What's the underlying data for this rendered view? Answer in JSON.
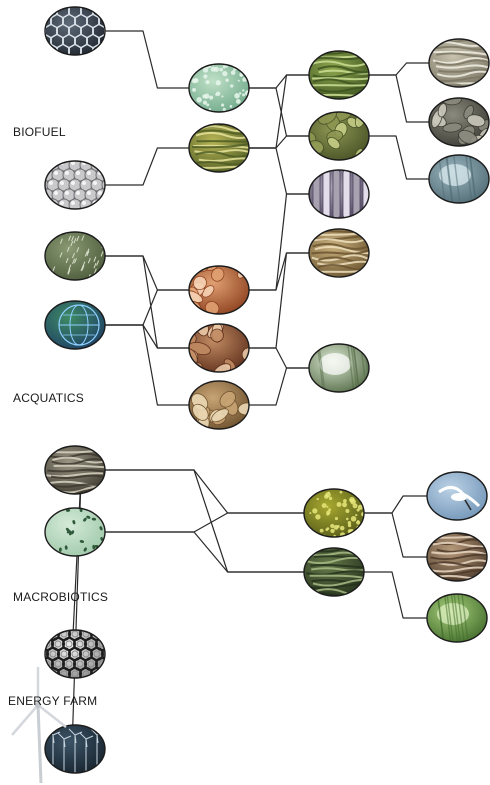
{
  "labels": {
    "biofuel": "BIOFUEL",
    "acquatics": "ACQUATICS",
    "macrobiotics": "MACROBIOTICS",
    "energy_farm": "ENERGY FARM"
  },
  "nodes": [
    {
      "id": "mesh",
      "pattern": "hex",
      "c1": "#5e6a78",
      "c2": "#1e242d",
      "accent": "#d9e0e8"
    },
    {
      "id": "spheres",
      "pattern": "spheres",
      "c1": "#c9c9cc",
      "c2": "#6f6f74",
      "accent": "#ffffff"
    },
    {
      "id": "cactus",
      "pattern": "spikes",
      "c1": "#8a9a73",
      "c2": "#4b5a3a",
      "accent": "#d7dec9"
    },
    {
      "id": "globe",
      "pattern": "globe",
      "c1": "#3f8a64",
      "c2": "#1d3e66",
      "accent": "#8fd0ff"
    },
    {
      "id": "algae-dots",
      "pattern": "dots",
      "c1": "#bfe0c7",
      "c2": "#6ea889",
      "accent": "#e8f6ec"
    },
    {
      "id": "kelp",
      "pattern": "strands",
      "c1": "#b7b455",
      "c2": "#4f5d24",
      "accent": "#e6e39a"
    },
    {
      "id": "shrimp-1",
      "pattern": "blobs",
      "c1": "#e0a072",
      "c2": "#8a3e1c",
      "accent": "#f6d2b4"
    },
    {
      "id": "crab",
      "pattern": "blobs",
      "c1": "#c08a62",
      "c2": "#5d2e1a",
      "accent": "#e9c8a7"
    },
    {
      "id": "oysters",
      "pattern": "blobs",
      "c1": "#c8a474",
      "c2": "#6b4f2c",
      "accent": "#ecd9b5"
    },
    {
      "id": "seagrass",
      "pattern": "strands",
      "c1": "#8fa74f",
      "c2": "#3d5320",
      "accent": "#cddf95"
    },
    {
      "id": "sponge",
      "pattern": "blobs",
      "c1": "#8d9652",
      "c2": "#465025",
      "accent": "#c5cd86"
    },
    {
      "id": "coral",
      "pattern": "columns",
      "c1": "#a7a1b0",
      "c2": "#4f4660",
      "accent": "#e3dcea"
    },
    {
      "id": "fish-catch",
      "pattern": "strands",
      "c1": "#c9b07d",
      "c2": "#6b5530",
      "accent": "#efe1bf"
    },
    {
      "id": "waterfall",
      "pattern": "glow",
      "c1": "#d9e6d0",
      "c2": "#536a45",
      "accent": "#ffffff"
    },
    {
      "id": "sardines",
      "pattern": "strands",
      "c1": "#c8c3ae",
      "c2": "#7b7664",
      "accent": "#f1efe4"
    },
    {
      "id": "mussels",
      "pattern": "blobs",
      "c1": "#8b8a7e",
      "c2": "#3b3a33",
      "accent": "#c9c8bb"
    },
    {
      "id": "fish-school",
      "pattern": "glow",
      "c1": "#9cb5bf",
      "c2": "#4e6a73",
      "accent": "#dfeff4"
    },
    {
      "id": "logs",
      "pattern": "strands",
      "c1": "#9a9584",
      "c2": "#3e3a2f",
      "accent": "#d8d3c2"
    },
    {
      "id": "cells",
      "pattern": "cells",
      "c1": "#d4ead8",
      "c2": "#9ec8a8",
      "accent": "#2f5a3a"
    },
    {
      "id": "rings",
      "pattern": "rings",
      "c1": "#f2f2f2",
      "c2": "#8a8a8a",
      "accent": "#1e1e1e"
    },
    {
      "id": "windfarm",
      "pattern": "turbines",
      "c1": "#3c5467",
      "c2": "#16222c",
      "accent": "#c8d4de"
    },
    {
      "id": "lichen",
      "pattern": "dots",
      "c1": "#a7a82f",
      "c2": "#555a19",
      "accent": "#e6e67a"
    },
    {
      "id": "forest",
      "pattern": "strands",
      "c1": "#667a4a",
      "c2": "#26331d",
      "accent": "#a9bc86"
    },
    {
      "id": "bird",
      "pattern": "bird",
      "c1": "#bcd2e6",
      "c2": "#6f93b6",
      "accent": "#ffffff"
    },
    {
      "id": "fish-pile",
      "pattern": "strands",
      "c1": "#b79a7b",
      "c2": "#4d3a2a",
      "accent": "#ead8c4"
    },
    {
      "id": "leaves",
      "pattern": "glow",
      "c1": "#a9cf7c",
      "c2": "#3f6a2a",
      "accent": "#e3f4c8"
    }
  ],
  "edges": [
    [
      "mesh",
      "algae-dots"
    ],
    [
      "spheres",
      "kelp"
    ],
    [
      "algae-dots",
      "seagrass"
    ],
    [
      "algae-dots",
      "sponge"
    ],
    [
      "kelp",
      "seagrass"
    ],
    [
      "kelp",
      "sponge"
    ],
    [
      "kelp",
      "coral"
    ],
    [
      "seagrass",
      "sardines"
    ],
    [
      "seagrass",
      "mussels"
    ],
    [
      "sponge",
      "fish-school"
    ],
    [
      "cactus",
      "shrimp-1"
    ],
    [
      "cactus",
      "crab"
    ],
    [
      "globe",
      "shrimp-1"
    ],
    [
      "globe",
      "crab"
    ],
    [
      "globe",
      "oysters"
    ],
    [
      "shrimp-1",
      "coral"
    ],
    [
      "shrimp-1",
      "fish-catch"
    ],
    [
      "crab",
      "fish-catch"
    ],
    [
      "crab",
      "waterfall"
    ],
    [
      "oysters",
      "waterfall"
    ],
    [
      "logs",
      "lichen"
    ],
    [
      "logs",
      "forest"
    ],
    [
      "cells",
      "lichen"
    ],
    [
      "cells",
      "forest"
    ],
    [
      "rings",
      "logs"
    ],
    [
      "windfarm",
      "logs"
    ],
    [
      "lichen",
      "bird"
    ],
    [
      "lichen",
      "fish-pile"
    ],
    [
      "forest",
      "leaves"
    ]
  ],
  "colors": {
    "line": "#2a2a2a",
    "outline": "#1c1c1c",
    "label": "#1a1a1a"
  }
}
